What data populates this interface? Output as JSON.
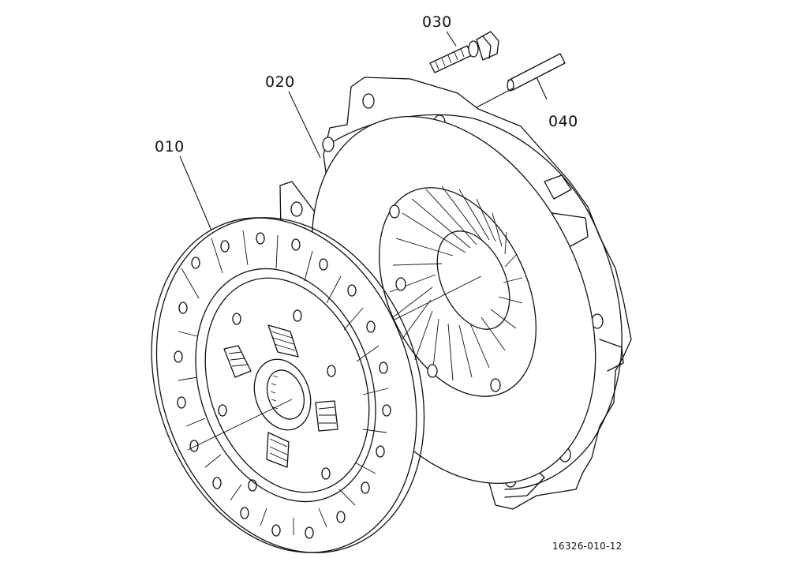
{
  "diagram": {
    "parts": [
      {
        "id": "010",
        "label": "010"
      },
      {
        "id": "020",
        "label": "020"
      },
      {
        "id": "030",
        "label": "030"
      },
      {
        "id": "040",
        "label": "040"
      }
    ],
    "figure_number": "16326-010-12"
  },
  "colors": {
    "line": "#111111",
    "background": "#ffffff"
  },
  "icons": [
    "clutch-disc",
    "pressure-plate",
    "bolt",
    "pin"
  ]
}
